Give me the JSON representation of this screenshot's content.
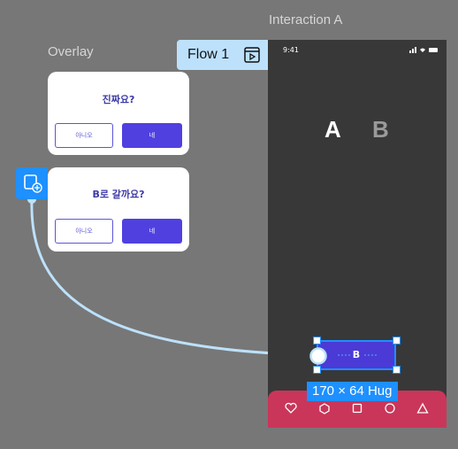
{
  "frames": {
    "overlay_label": "Overlay",
    "interaction_label": "Interaction A"
  },
  "flow": {
    "label": "Flow 1"
  },
  "cards": [
    {
      "title": "진짜요?",
      "no": "아니오",
      "yes": "네"
    },
    {
      "title": "B로 갈까요?",
      "no": "아니오",
      "yes": "네"
    }
  ],
  "phone": {
    "time": "9:41",
    "letter_a": "A",
    "letter_b": "B",
    "button_label": "B",
    "tab_icons": [
      "heart-icon",
      "hexagon-icon",
      "square-icon",
      "circle-icon",
      "triangle-icon"
    ]
  },
  "selection": {
    "size_label": "170 × 64 Hug"
  },
  "colors": {
    "canvas": "#777777",
    "accent": "#1e90ff",
    "primary_button": "#5040e0",
    "tab_bar": "#c9365a",
    "phone_bg": "#383838"
  }
}
